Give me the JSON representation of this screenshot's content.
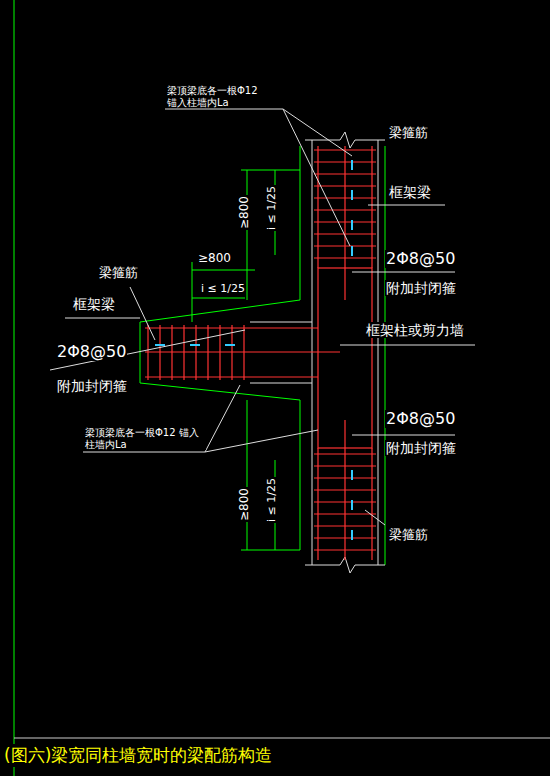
{
  "diagram": {
    "caption": "(图六)梁宽同柱墙宽时的梁配筋构造",
    "labels": [
      "梁顶梁底各一根Φ12 锚入柱墙内La",
      "梁箍筋",
      "框架梁",
      "≥800",
      "i ≤ 1/25",
      "2Φ8@50",
      "附加封闭箍",
      "≥800",
      "i ≤ 1/25",
      "梁箍筋",
      "框架梁",
      "框架柱或剪力墙",
      "2Φ8@50",
      "附加封闭箍",
      "梁顶梁底各一根Φ12 锚入柱墙内La",
      "2Φ8@50",
      "附加封闭箍",
      "≥800",
      "i ≤ 1/25",
      "梁箍筋"
    ]
  }
}
